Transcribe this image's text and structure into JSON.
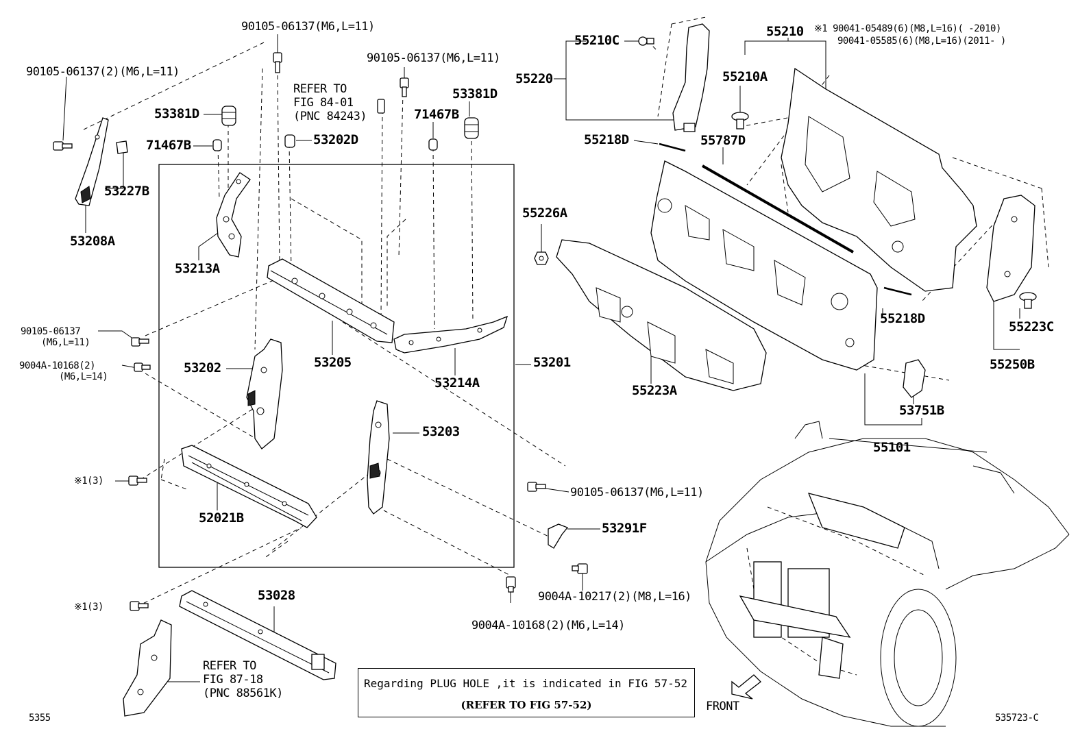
{
  "labels": {
    "p90105_top": "90105-06137",
    "p90105_top_spec": "(M6,L=11)",
    "p90105_topright": "90105-06137",
    "p90105_topright_spec": "(M6,L=11)",
    "p90105_left": "90105-06137(2)",
    "p90105_left_spec": "(M6,L=11)",
    "refer_84": [
      "REFER TO",
      "FIG 84-01",
      "(PNC 84243)"
    ],
    "p53381D_left": "53381D",
    "p53381D_right": "53381D",
    "p71467B_left": "71467B",
    "p71467B_right": "71467B",
    "p53202D": "53202D",
    "p53227B": "53227B",
    "p53208A": "53208A",
    "p53213A": "53213A",
    "p90105_mid": "90105-06137",
    "p90105_mid_spec": "(M6,L=11)",
    "p9004A_left": "9004A-10168(2)",
    "p9004A_left_spec": "(M6,L=14)",
    "p53202": "53202",
    "p53205": "53205",
    "p53214A": "53214A",
    "p53201": "53201",
    "p53203": "53203",
    "star1_a": "※1(3)",
    "p52021B": "52021B",
    "p90105_right": "90105-06137",
    "p90105_right_spec": "(M6,L=11)",
    "p53291F": "53291F",
    "p9004A_10217": "9004A-10217(2)",
    "p9004A_10217_spec": "(M8,L=16)",
    "p9004A_bottom": "9004A-10168(2)",
    "p9004A_bottom_spec": "(M6,L=14)",
    "star1_b": "※1(3)",
    "p53028": "53028",
    "refer_87": [
      "REFER TO",
      "FIG 87-18",
      "(PNC 88561K)"
    ],
    "p55210C": "55210C",
    "p55220": "55220",
    "p55210": "55210",
    "p55210A": "55210A",
    "star_note_1": "※1 90041-05489(6)(M8,L=16)(      -2010)",
    "star_note_2": "90041-05585(6)(M8,L=16)(2011-      )",
    "p55218D_top": "55218D",
    "p55787D": "55787D",
    "p55226A": "55226A",
    "p55218D_right": "55218D",
    "p55223C": "55223C",
    "p55250B": "55250B",
    "p55223A": "55223A",
    "p53751B": "53751B",
    "p55101": "55101",
    "front": "FRONT",
    "page_left": "5355",
    "page_right": "535723-C"
  },
  "note": {
    "line1": "Regarding PLUG HOLE ,it is indicated in FIG 57-52",
    "line2": "(REFER TO FIG 57-52)"
  }
}
